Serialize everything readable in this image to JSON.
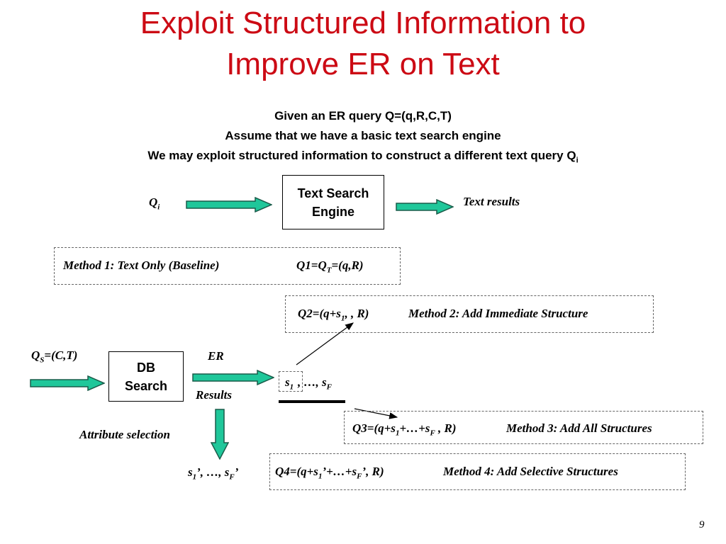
{
  "title": {
    "line1": "Exploit Structured Information to",
    "line2": "Improve ER on Text"
  },
  "intro": {
    "line1": "Given an ER query Q=(q,R,C,T)",
    "line2": "Assume that we have a basic text search engine",
    "line3_text": "We may exploit structured information to construct a different text query Q",
    "line3_sub": "i"
  },
  "top_flow": {
    "input_label": "Q",
    "input_sub": "i",
    "engine_line1": "Text Search",
    "engine_line2": "Engine",
    "output_label": "Text results"
  },
  "method1": {
    "label": "Method 1: Text Only (Baseline)",
    "query_a": "Q1=Q",
    "query_sub": "T",
    "query_b": "=(q,R)"
  },
  "method2": {
    "query_a": "Q2=(q+s",
    "query_sub": "1",
    "query_b": ", , R)",
    "label": "Method 2: Add Immediate Structure"
  },
  "db_flow": {
    "input_a": "Q",
    "input_sub": "S",
    "input_b": "=(C,T)",
    "db_line1": "DB",
    "db_line2": "Search",
    "er_label": "ER",
    "results_label": "Results",
    "s_first": "s",
    "s_first_sub": "1",
    "s_rest_a": ", …, s",
    "s_rest_sub": "F",
    "attr_selection": "Attribute selection",
    "sprime_a": "s",
    "sprime_sub1": "1",
    "sprime_b": "’, …, s",
    "sprime_sub2": "F",
    "sprime_c": "’"
  },
  "method3": {
    "query_a": "Q3=(q+s",
    "query_sub1": "1",
    "query_b": "+…+s",
    "query_sub2": "F",
    "query_c": " , R)",
    "label": "Method 3: Add All Structures"
  },
  "method4": {
    "query_a": "Q4=(q+s",
    "query_sub1": "1",
    "query_b": "’+…+s",
    "query_sub2": "F",
    "query_c": "’, R)",
    "label": "Method 4: Add Selective Structures"
  },
  "page_number": "9",
  "colors": {
    "title": "#cc0a14",
    "arrow_fill": "#1fc79a",
    "arrow_stroke": "#1a5c4a"
  }
}
